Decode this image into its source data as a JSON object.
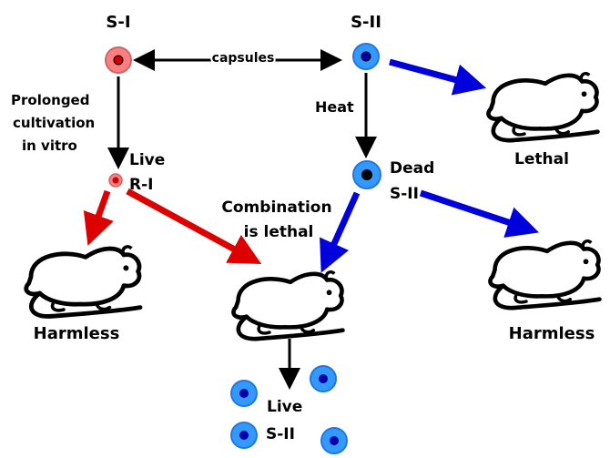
{
  "labels": {
    "s1": "S-I",
    "s2": "S-II",
    "capsules": "capsules",
    "prolonged_1": "Prolonged",
    "prolonged_2": "cultivation",
    "prolonged_3": "in vitro",
    "heat": "Heat",
    "lethal": "Lethal",
    "live_r1_1": "Live",
    "live_r1_2": "R-I",
    "dead_s2_1": "Dead",
    "dead_s2_2": "S-II",
    "combination_1": "Combination",
    "combination_2": "is lethal",
    "harmless_left": "Harmless",
    "harmless_right": "Harmless",
    "live_s2_1": "Live",
    "live_s2_2": "S-II"
  },
  "colors": {
    "s1_fill": "#ff7f7f",
    "s1_core": "#cc0000",
    "s2_fill": "#3399ff",
    "s2_core": "#0000aa",
    "dead_core": "#000000",
    "red_arrow": "#dd0000",
    "blue_arrow": "#0000dd",
    "black_arrow": "#000000"
  }
}
